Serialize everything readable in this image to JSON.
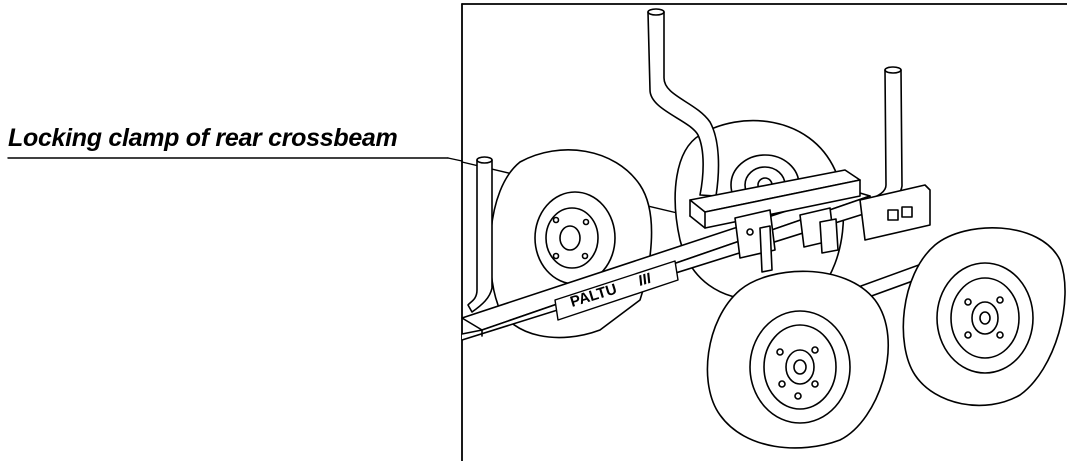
{
  "callouts": [
    {
      "id": "locking-clamp",
      "label": "Locking clamp of rear crossbeam"
    }
  ],
  "trailer": {
    "nameplate_text": "PALTU",
    "nameplate_suffix": "III"
  }
}
